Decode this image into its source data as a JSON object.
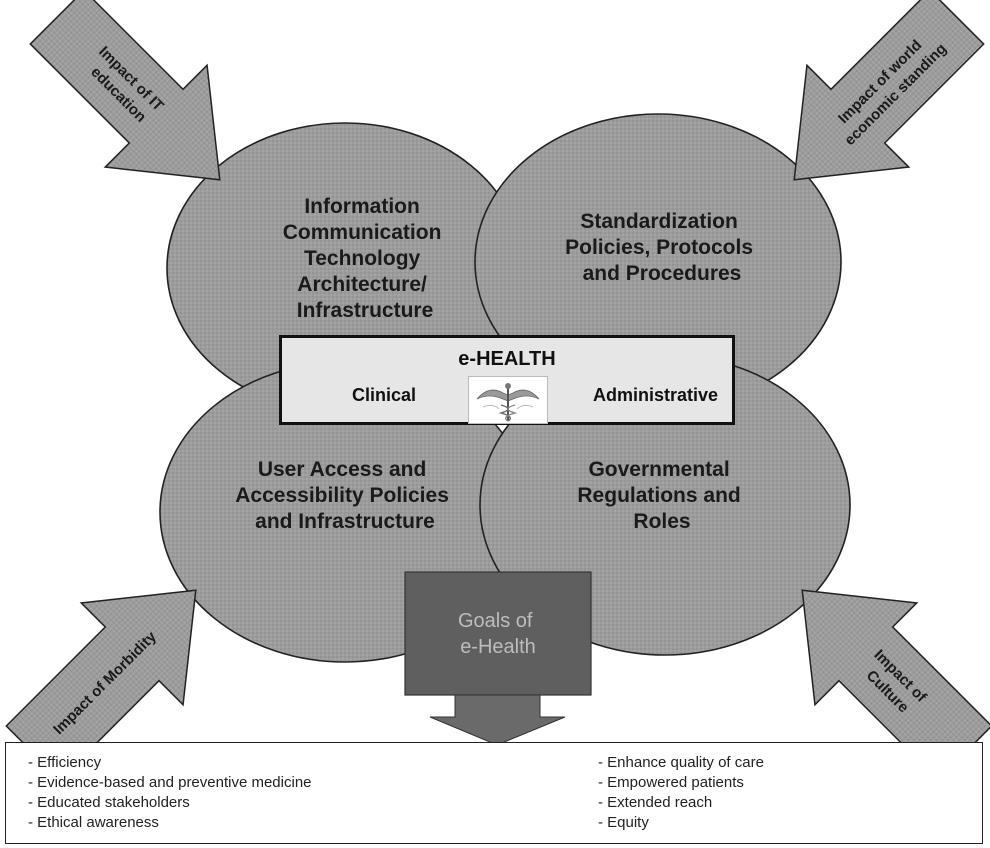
{
  "circles": {
    "top_left": [
      "Information",
      "Communication",
      "Technology",
      "Architecture/",
      "Infrastructure"
    ],
    "top_right": [
      "Standardization",
      "Policies, Protocols",
      "and Procedures"
    ],
    "bottom_left": [
      "User Access and",
      "Accessibility Policies",
      "and Infrastructure"
    ],
    "bottom_right": [
      "Governmental",
      "Regulations and",
      "Roles"
    ]
  },
  "arrows": {
    "top_left": [
      "Impact of  IT",
      "education"
    ],
    "top_right": [
      "Impact of world",
      "economic standing"
    ],
    "bottom_left": [
      "Impact of Morbidity"
    ],
    "bottom_right": [
      "Impact of",
      "Culture"
    ]
  },
  "ehealth": {
    "title": "e-HEALTH",
    "left_label": "Clinical",
    "right_label": "Administrative"
  },
  "goals": {
    "box_label": [
      "Goals of",
      "e-Health"
    ],
    "left_items": [
      "- Efficiency",
      "- Evidence-based and preventive medicine",
      "- Educated stakeholders",
      "- Ethical awareness"
    ],
    "right_items": [
      "- Enhance quality of care",
      "- Empowered patients",
      "- Extended reach",
      "- Equity"
    ]
  },
  "colors": {
    "circle_fill": "#9a9a9a",
    "arrow_fill": "#a6a6a6",
    "goal_box_fill": "#5f5f5f",
    "goal_arrow_fill": "#6a6a6a",
    "ehealth_fill": "#e6e6e6"
  }
}
